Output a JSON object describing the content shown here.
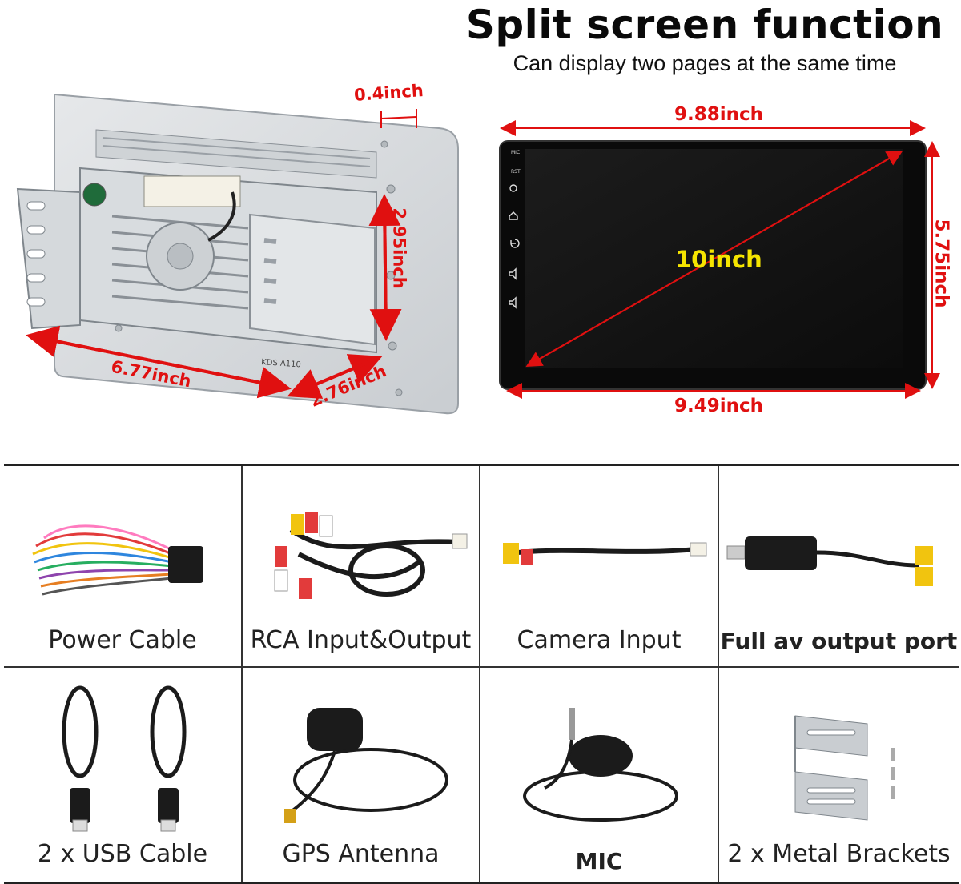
{
  "headline": {
    "title": "Split screen function",
    "subtitle": "Can display two pages at the same time"
  },
  "rear_view": {
    "depth_label": "0.4inch",
    "height_label": "2.95inch",
    "width_label": "6.77inch",
    "case_depth_label": "2.76inch",
    "unit_text": "KDS A110"
  },
  "front_view": {
    "top_width_label": "9.88inch",
    "bottom_width_label": "9.49inch",
    "height_label": "5.75inch",
    "diagonal_label": "10inch",
    "side_buttons": [
      "MIC",
      "RST"
    ]
  },
  "accessories": [
    {
      "label": "Power Cable",
      "icon": "power-cable-icon"
    },
    {
      "label": "RCA Input&Output",
      "icon": "rca-cable-icon"
    },
    {
      "label": "Camera Input",
      "icon": "camera-cable-icon"
    },
    {
      "label": "Full av output port",
      "icon": "av-output-cable-icon"
    },
    {
      "label": "2 x USB Cable",
      "icon": "usb-cable-icon"
    },
    {
      "label": "GPS Antenna",
      "icon": "gps-antenna-icon"
    },
    {
      "label": "MIC",
      "icon": "microphone-icon"
    },
    {
      "label": "2 x Metal Brackets",
      "icon": "metal-bracket-icon"
    }
  ],
  "colors": {
    "dimension_red": "#e01010",
    "diagonal_yellow": "#f5e400"
  }
}
